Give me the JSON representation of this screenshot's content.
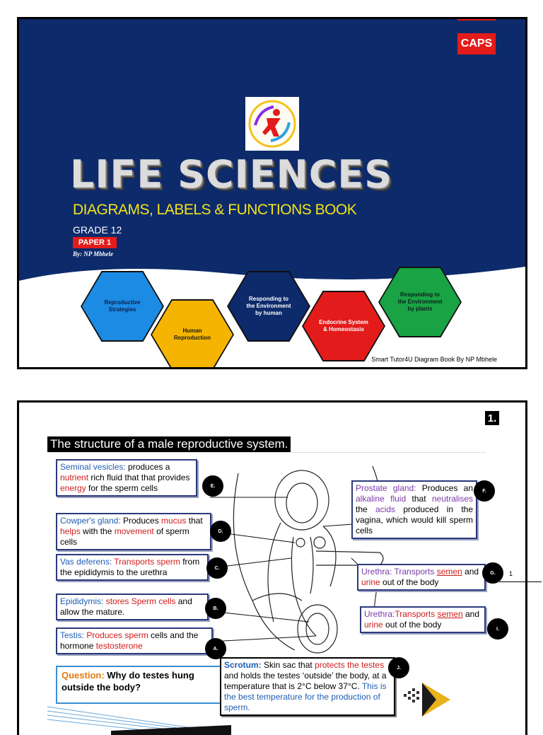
{
  "cover": {
    "caps_label": "CAPS",
    "title": "LIFE SCIENCES",
    "subtitle": "DIAGRAMS, LABELS & FUNCTIONS BOOK",
    "grade": "GRADE 12",
    "paper": "PAPER 1",
    "author": "By: NP Mbhele",
    "footer": "Smart Tutor4U Diagram Book By NP Mbhele",
    "topics": [
      {
        "label": "Reproductive Strategies",
        "color": "#1c8be3"
      },
      {
        "label": "Human Reproduction",
        "color": "#f5b400"
      },
      {
        "label": "Responding to the Environment by human",
        "color": "#0d2a6b"
      },
      {
        "label": "Endocrine System & Homeostasis",
        "color": "#e31b1b"
      },
      {
        "label": "Responding to the Environment by plants",
        "color": "#19a345"
      }
    ]
  },
  "page2": {
    "page_number": "1.",
    "title": "The structure of a male reproductive system.",
    "labels": {
      "seminal_term": "Seminal vesicles:",
      "seminal_t1": " produces a",
      "seminal_nutrient": "nutrient",
      "seminal_t2": " rich fluid that that provides",
      "seminal_energy": "energy",
      "seminal_t3": " for the sperm cells",
      "cowper_term": "Cowper's gland:",
      "cowper_t1": " Produces ",
      "cowper_mucus": "mucus",
      "cowper_t2": " that ",
      "cowper_helps": "helps",
      "cowper_t3": " with the ",
      "cowper_movement": "movement",
      "cowper_t4": " of sperm cells",
      "vas_term": "Vas deferens:",
      "vas_red": " Transports sperm",
      "vas_t1": " from the epididymis to the urethra",
      "epi_term": "Epididymis:",
      "epi_red": " stores Sperm cells",
      "epi_t1": " and allow the mature.",
      "testis_term": "Testis:",
      "testis_red": " Produces sperm",
      "testis_t1": " cells and the hormone ",
      "testis_hormone": "testosterone",
      "prostate_term": "Prostate gland:",
      "prostate_t1": " Produces an ",
      "prostate_alk": "alkaline fluid",
      "prostate_t2": " that ",
      "prostate_neu": "neutralises",
      "prostate_t3": " the ",
      "prostate_acids": "acids",
      "prostate_t4": " produced in the vagina, which would kill sperm cells",
      "urethra1_term": "Urethra:",
      "urethra1_t1": " Transports ",
      "urethra1_semen": "semen",
      "urethra1_t2": " and ",
      "urethra1_urine": "urine",
      "urethra1_t3": " out of the body",
      "urethra2_term": "Urethra:",
      "urethra2_t1": "Transports ",
      "urethra2_semen": "semen",
      "urethra2_t2": " and ",
      "urethra2_urine": "urine",
      "urethra2_t3": " out of the body"
    },
    "letters": {
      "e": "E.",
      "d": "D.",
      "c": "C.",
      "b": "B.",
      "a": "A.",
      "f": "F.",
      "g": "G.",
      "i": "I.",
      "j": "J."
    },
    "question_label": "Question:",
    "question_text": " Why do testes hung outside the body?",
    "scrotum": {
      "term": "Scrotum:",
      "t1": " Skin sac that ",
      "red": "protects the testes",
      "t2": " and holds the testes ‘outside’ the body, at a temperature that is 2°C below 37°C. ",
      "blue": "This is the best temperature for the production of sperm."
    },
    "side_number": "1"
  }
}
